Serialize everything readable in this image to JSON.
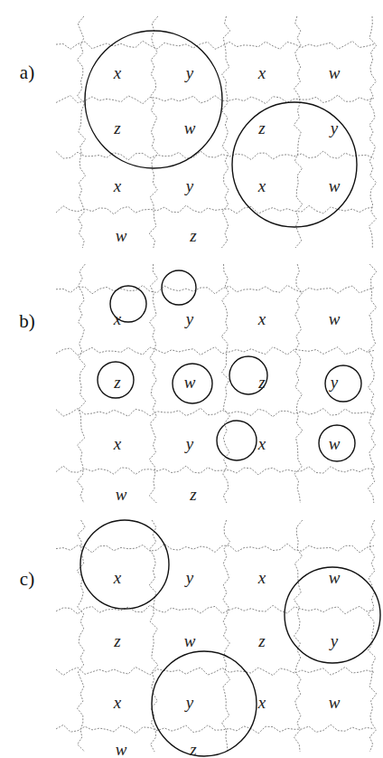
{
  "diagram": {
    "nodes": [
      {
        "text": [
          "x"
        ]
      },
      {
        "text": [
          "y"
        ]
      },
      {
        "text": [
          "x"
        ]
      },
      {
        "text": [
          "w"
        ]
      },
      {
        "text": [
          "z"
        ]
      },
      {
        "text": [
          "w"
        ]
      },
      {
        "text": [
          "z"
        ]
      },
      {
        "text": [
          "y"
        ]
      },
      {
        "text": [
          "x"
        ]
      },
      {
        "text": [
          "y"
        ]
      },
      {
        "text": [
          "x"
        ]
      },
      {
        "text": [
          "w"
        ]
      },
      {
        "text": [
          "w"
        ]
      },
      {
        "text": [
          "z"
        ]
      },
      {
        "text": [
          "x"
        ]
      },
      {
        "text": [
          "y"
        ]
      },
      {
        "text": [
          "x"
        ]
      },
      {
        "text": [
          "w"
        ]
      },
      {
        "text": [
          "z"
        ]
      },
      {
        "text": [
          "w"
        ]
      },
      {
        "text": [
          "z"
        ]
      },
      {
        "text": [
          "y"
        ]
      },
      {
        "text": [
          "x"
        ]
      },
      {
        "text": [
          "y"
        ]
      },
      {
        "text": [
          "x"
        ]
      },
      {
        "text": [
          "w"
        ]
      },
      {
        "text": [
          "w"
        ]
      },
      {
        "text": [
          "z"
        ]
      },
      {
        "text": [
          "x"
        ]
      },
      {
        "text": [
          "y"
        ]
      },
      {
        "text": [
          "x"
        ]
      },
      {
        "text": [
          "w"
        ]
      },
      {
        "text": [
          "z"
        ]
      },
      {
        "text": [
          "w"
        ]
      },
      {
        "text": [
          "z"
        ]
      },
      {
        "text": [
          "y"
        ]
      },
      {
        "text": [
          "x"
        ]
      },
      {
        "text": [
          "y"
        ]
      },
      {
        "text": [
          "x"
        ]
      },
      {
        "text": [
          "w"
        ]
      },
      {
        "text": [
          "w"
        ]
      },
      {
        "text": [
          "z"
        ]
      }
    ],
    "labels": [
      "a)",
      "b)",
      "c)"
    ]
  }
}
